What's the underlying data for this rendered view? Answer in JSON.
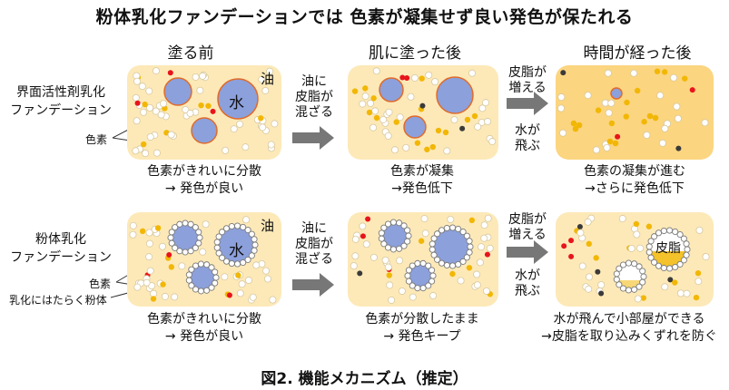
{
  "title": "粉体乳化ファンデーションでは 色素が凝集せず良い発色が保たれる",
  "columns": [
    "塗る前",
    "肌に塗った後",
    "時間が経った後"
  ],
  "rows": [
    {
      "label_lines": [
        "界面活性剤乳化",
        "ファンデーション"
      ],
      "legend_pigment": "色素",
      "oil_label": "油",
      "water_label": "水",
      "captions": [
        [
          "色素がきれいに分散",
          "→ 発色が良い"
        ],
        [
          "色素が凝集",
          "→発色低下"
        ],
        [
          "色素の凝集が進む",
          "→さらに発色低下"
        ]
      ]
    },
    {
      "label_lines": [
        "粉体乳化",
        "ファンデーション"
      ],
      "legend_pigment": "色素",
      "legend_powder": "乳化にはたらく粉体",
      "oil_label": "油",
      "water_label": "水",
      "sebum_label": "皮脂",
      "captions": [
        [
          "色素がきれいに分散",
          "→ 発色が良い"
        ],
        [
          "色素が分散したまま",
          "→ 発色キープ"
        ],
        [
          "水が飛んで小部屋ができる",
          "→皮脂を取り込みくずれを防ぐ"
        ]
      ]
    }
  ],
  "arrows": {
    "first": [
      "油に",
      "皮脂が",
      "混ざる"
    ],
    "second_top": [
      "皮脂が",
      "増える"
    ],
    "second_bottom": [
      "水が",
      "飛ぶ"
    ]
  },
  "figure_caption": "図2.  機能メカニズム（推定）",
  "colors": {
    "oil": "#fde9b8",
    "oil_dark": "#fbd37a",
    "water": "#8ca0dc",
    "water_border": "#e06b2b",
    "pigment_yellow": "#f2b705",
    "pigment_red": "#e8141b",
    "pigment_black": "#3a3a3a",
    "arrow": "#777777"
  }
}
